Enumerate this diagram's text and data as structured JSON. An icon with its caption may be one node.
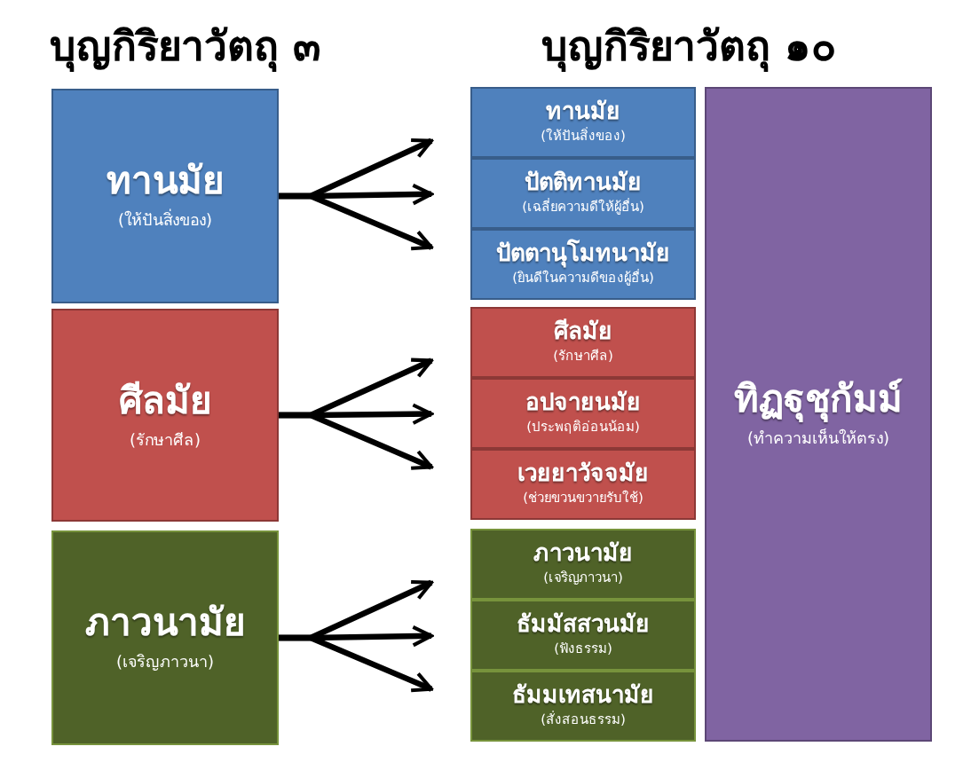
{
  "diagram": {
    "nodes": [
      {
        "text": [
          "ทานมัย",
          "(ให้ปันสิ่งของ)"
        ]
      },
      {
        "text": [
          "ศีลมัย",
          "(รักษาศีล)"
        ]
      },
      {
        "text": [
          "ภาวนามัย",
          "(เจริญภาวนา)"
        ]
      },
      {
        "text": [
          "ทานมัย",
          "(ให้ปันสิ่งของ)"
        ]
      },
      {
        "text": [
          "ปัตติทานมัย",
          "(เฉลี่ยความดีให้ผู้อื่น)"
        ]
      },
      {
        "text": [
          "ปัตตานุโมทนามัย",
          "(ยินดีในความดีของผู้อื่น)"
        ]
      },
      {
        "text": [
          "ศีลมัย",
          "(รักษาศีล)"
        ]
      },
      {
        "text": [
          "อปจายนมัย",
          "(ประพฤติอ่อนน้อม)"
        ]
      },
      {
        "text": [
          "เวยยาวัจจมัย",
          "(ช่วยขวนขวายรับใช้)"
        ]
      },
      {
        "text": [
          "ภาวนามัย",
          "(เจริญภาวนา)"
        ]
      },
      {
        "text": [
          "ธัมมัสสวนมัย",
          "(ฟังธรรม)"
        ]
      },
      {
        "text": [
          "ธัมมเทสนามัย",
          "(สั่งสอนธรรม)"
        ]
      },
      {
        "text": [
          "ทิฏฐุชุกัมม์",
          "(ทำความเห็นให้ตรง)"
        ]
      }
    ],
    "edges": [
      {
        "from": 0,
        "to": 3,
        "arrow": "to"
      },
      {
        "from": 0,
        "to": 4,
        "arrow": "to"
      },
      {
        "from": 0,
        "to": 5,
        "arrow": "to"
      },
      {
        "from": 1,
        "to": 6,
        "arrow": "to"
      },
      {
        "from": 1,
        "to": 7,
        "arrow": "to"
      },
      {
        "from": 1,
        "to": 8,
        "arrow": "to"
      },
      {
        "from": 2,
        "to": 9,
        "arrow": "to"
      },
      {
        "from": 2,
        "to": 10,
        "arrow": "to"
      },
      {
        "from": 2,
        "to": 11,
        "arrow": "to"
      }
    ],
    "labels": [
      "บุญกิริยาวัตถุ ๓",
      "บุญกิริยาวัตถุ ๑๐"
    ]
  }
}
